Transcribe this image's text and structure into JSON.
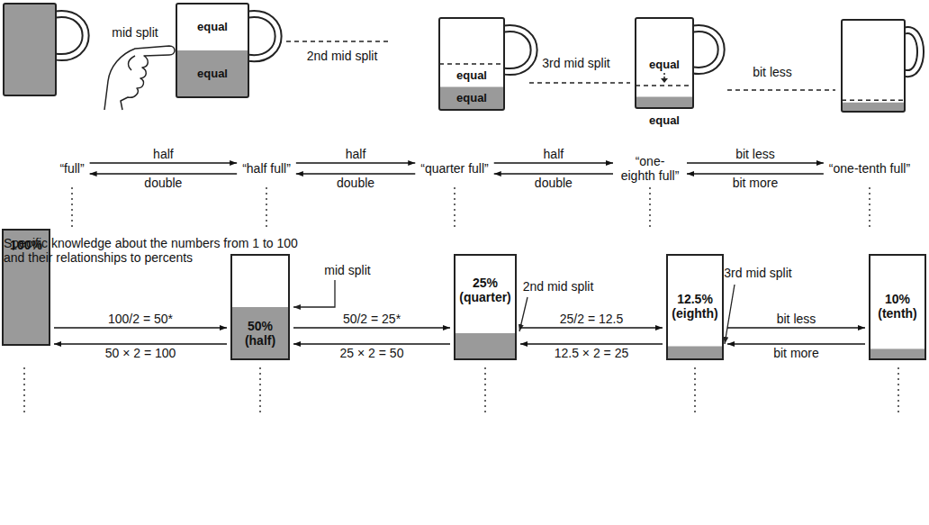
{
  "diagram": {
    "nodes": [
      {
        "text": [
          "“full”"
        ]
      },
      {
        "text": [
          "equal",
          "equal",
          "“half full”"
        ]
      },
      {
        "text": [
          "equal",
          "equal",
          "“quarter full”"
        ]
      },
      {
        "text": [
          "equal",
          "equal",
          "“one- eighth full”"
        ]
      },
      {
        "text": [
          "“one-tenth full”"
        ]
      },
      {
        "text": [
          "100%"
        ]
      },
      {
        "text": [
          "50% (half)"
        ]
      },
      {
        "text": [
          "25% (quarter)"
        ]
      },
      {
        "text": [
          "12.5% (eighth)"
        ]
      },
      {
        "text": [
          "10% (tenth)"
        ]
      }
    ],
    "edges": [
      {
        "from": 0,
        "to": 1,
        "arrow": "to",
        "label": "half"
      },
      {
        "from": 1,
        "to": 0,
        "arrow": "to",
        "label": "double"
      },
      {
        "from": 1,
        "to": 2,
        "arrow": "to",
        "label": "half"
      },
      {
        "from": 2,
        "to": 1,
        "arrow": "to",
        "label": "double"
      },
      {
        "from": 2,
        "to": 3,
        "arrow": "to",
        "label": "half"
      },
      {
        "from": 3,
        "to": 2,
        "arrow": "to",
        "label": "double"
      },
      {
        "from": 3,
        "to": 4,
        "arrow": "to",
        "label": "bit less"
      },
      {
        "from": 4,
        "to": 3,
        "arrow": "to",
        "label": "bit more"
      },
      {
        "from": 5,
        "to": 6,
        "arrow": "to",
        "label": "100/2 = 50*"
      },
      {
        "from": 6,
        "to": 5,
        "arrow": "to",
        "label": "50 × 2 = 100"
      },
      {
        "from": 6,
        "to": 7,
        "arrow": "to",
        "label": "50/2 = 25*"
      },
      {
        "from": 7,
        "to": 6,
        "arrow": "to",
        "label": "25 × 2 = 50"
      },
      {
        "from": 7,
        "to": 8,
        "arrow": "to",
        "label": "25/2 = 12.5"
      },
      {
        "from": 8,
        "to": 7,
        "arrow": "to",
        "label": "12.5 × 2 = 25"
      },
      {
        "from": 8,
        "to": 9,
        "arrow": "to",
        "label": "bit less"
      },
      {
        "from": 9,
        "to": 8,
        "arrow": "to",
        "label": "bit more"
      }
    ],
    "labels": [
      "mid split",
      "2nd mid split",
      "3rd mid split",
      "bit less",
      "Specific knowledge about the numbers from 1 to 100 and their relationships to percents",
      "mid split",
      "2nd mid split",
      "3rd mid split"
    ]
  }
}
